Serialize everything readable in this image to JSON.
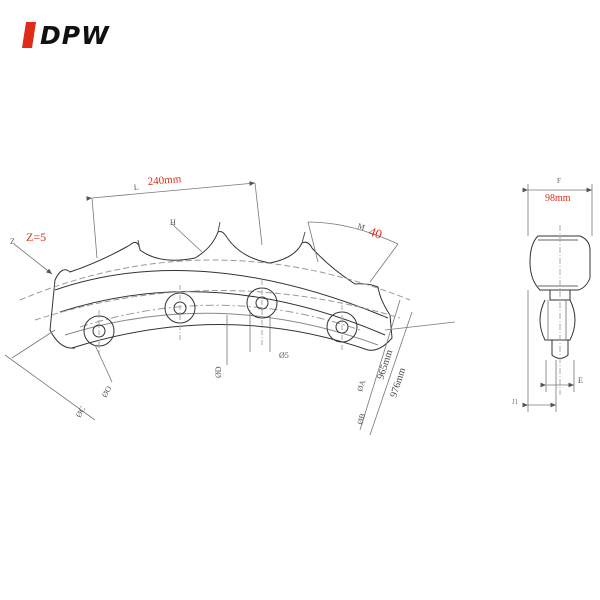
{
  "logo": {
    "text": "DPW"
  },
  "colors": {
    "line": "#333333",
    "dim": "#777777",
    "accent": "#d9301f"
  },
  "dims": {
    "pitch": {
      "label": "L",
      "value": "240mm"
    },
    "tooth_h": {
      "label": "H"
    },
    "teeth": {
      "label": "Z",
      "value": "Z=5"
    },
    "m": {
      "label": "M",
      "value": "40"
    },
    "d": {
      "label": "ØD"
    },
    "s": {
      "label": "Ø5"
    },
    "a": {
      "label": "ØA",
      "value": "965mm"
    },
    "b": {
      "label": "ØB",
      "value": "976mm"
    },
    "c": {
      "label": "ØC"
    },
    "o": {
      "label": "ØO"
    },
    "f": {
      "label": "F",
      "value": "98mm"
    },
    "e": {
      "label": "E"
    },
    "j": {
      "label": "J1"
    }
  }
}
